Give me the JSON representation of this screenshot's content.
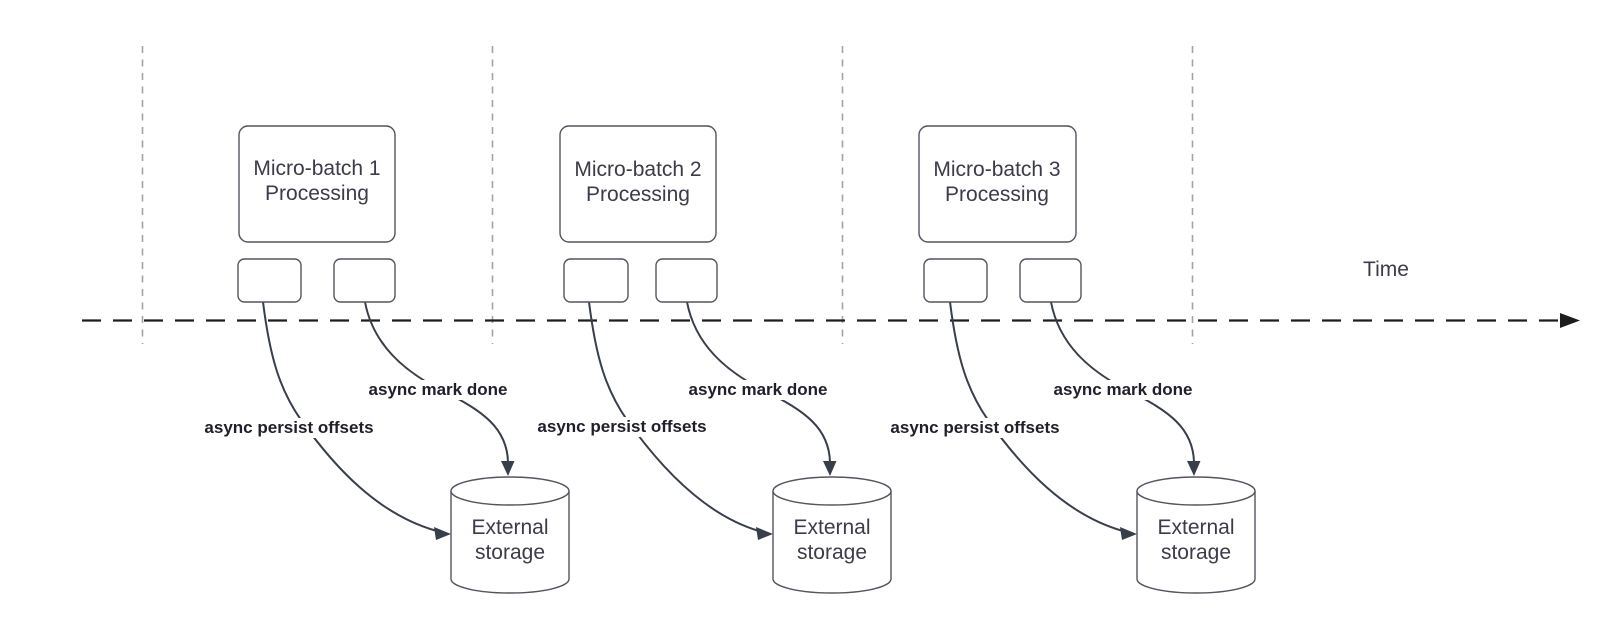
{
  "diagram": {
    "time_axis": {
      "label": "Time"
    },
    "groups": [
      {
        "id": 1,
        "process_label": "Micro-batch 1\nProcessing",
        "persist_label": "async persist offsets",
        "mark_done_label": "async mark done",
        "storage_label": "External\nstorage"
      },
      {
        "id": 2,
        "process_label": "Micro-batch 2\nProcessing",
        "persist_label": "async persist offsets",
        "mark_done_label": "async mark done",
        "storage_label": "External\nstorage"
      },
      {
        "id": 3,
        "process_label": "Micro-batch 3\nProcessing",
        "persist_label": "async persist offsets",
        "mark_done_label": "async mark done",
        "storage_label": "External\nstorage"
      }
    ],
    "colors": {
      "background": "#ffffff",
      "shape_stroke": "#54545f",
      "shape_fill": "#ffffff",
      "connector": "#383e4a",
      "node_text": "#3b3b49",
      "label_text": "#20202c",
      "axis_line": "#1d1d1d",
      "divider_line": "#a3a3a3"
    }
  }
}
